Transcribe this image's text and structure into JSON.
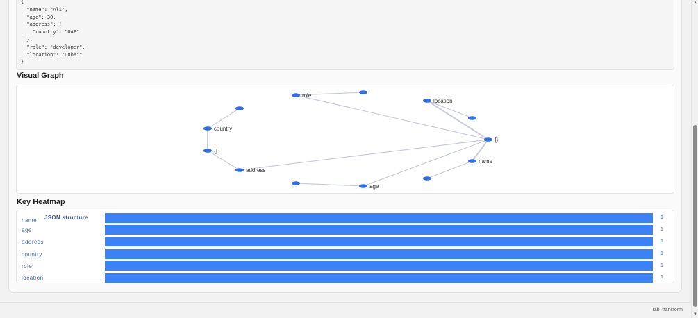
{
  "json_code": {
    "lines": [
      "{",
      "  \"name\": \"Ali\",",
      "  \"age\": 30,",
      "  \"address\": {",
      "    \"country\": \"UAE\"",
      "  },",
      "  \"role\": \"developer\",",
      "  \"location\": \"Dubai\"",
      "}"
    ]
  },
  "graph": {
    "title": "Visual Graph",
    "node_color": "#2f6fe4",
    "edge_color": "#c8ccd6",
    "nodes": [
      {
        "id": "root",
        "label": "{}"
      },
      {
        "id": "name",
        "label": "name"
      },
      {
        "id": "name_val",
        "label": ""
      },
      {
        "id": "age",
        "label": "age"
      },
      {
        "id": "age_val",
        "label": ""
      },
      {
        "id": "address",
        "label": "address"
      },
      {
        "id": "addr_obj",
        "label": "{}"
      },
      {
        "id": "country",
        "label": "country"
      },
      {
        "id": "country_val",
        "label": ""
      },
      {
        "id": "role",
        "label": "role"
      },
      {
        "id": "role_val",
        "label": ""
      },
      {
        "id": "location",
        "label": "location"
      },
      {
        "id": "location_val",
        "label": ""
      }
    ],
    "edges": [
      [
        "root",
        "name"
      ],
      [
        "name",
        "name_val"
      ],
      [
        "root",
        "age"
      ],
      [
        "age",
        "age_val"
      ],
      [
        "root",
        "address"
      ],
      [
        "address",
        "addr_obj"
      ],
      [
        "addr_obj",
        "country"
      ],
      [
        "country",
        "country_val"
      ],
      [
        "root",
        "role"
      ],
      [
        "role",
        "role_val"
      ],
      [
        "root",
        "location"
      ],
      [
        "location",
        "location_val"
      ]
    ]
  },
  "heatmap": {
    "title": "Key Heatmap",
    "chart_title": "JSON structure",
    "bar_color": "#3b82f6",
    "rows": [
      {
        "key": "name",
        "value": "1"
      },
      {
        "key": "age",
        "value": "1"
      },
      {
        "key": "address",
        "value": "1"
      },
      {
        "key": "country",
        "value": "1"
      },
      {
        "key": "role",
        "value": "1"
      },
      {
        "key": "location",
        "value": "1"
      }
    ]
  },
  "footer": {
    "status": "Tab: transform"
  },
  "icons": {
    "scroll_up": "scroll-up-arrow-icon",
    "scroll_down": "scroll-down-arrow-icon"
  }
}
